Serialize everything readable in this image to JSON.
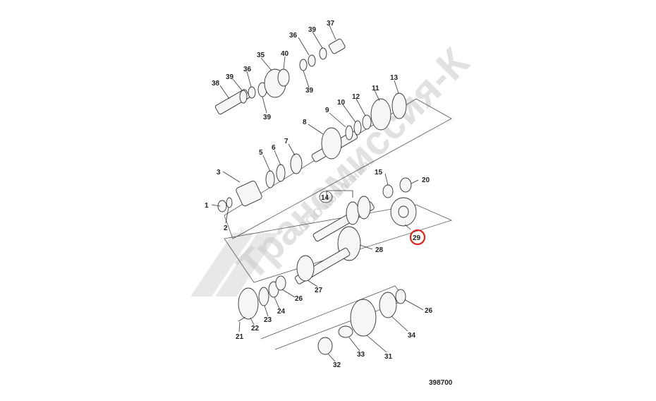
{
  "drawing_number": "398700",
  "highlighted_callout": "29",
  "highlight_color": "#d9261c",
  "watermark": {
    "brand": "Трансмиссия-К",
    "company": "ООО Компания",
    "registered_mark": "®"
  },
  "callouts": [
    "1",
    "2",
    "3",
    "5",
    "6",
    "7",
    "8",
    "9",
    "10",
    "11",
    "12",
    "13",
    "14",
    "15",
    "20",
    "21",
    "22",
    "23",
    "24",
    "26",
    "26",
    "27",
    "28",
    "29",
    "31",
    "32",
    "33",
    "34",
    "35",
    "36",
    "36",
    "37",
    "38",
    "39",
    "39",
    "39",
    "39",
    "40"
  ]
}
